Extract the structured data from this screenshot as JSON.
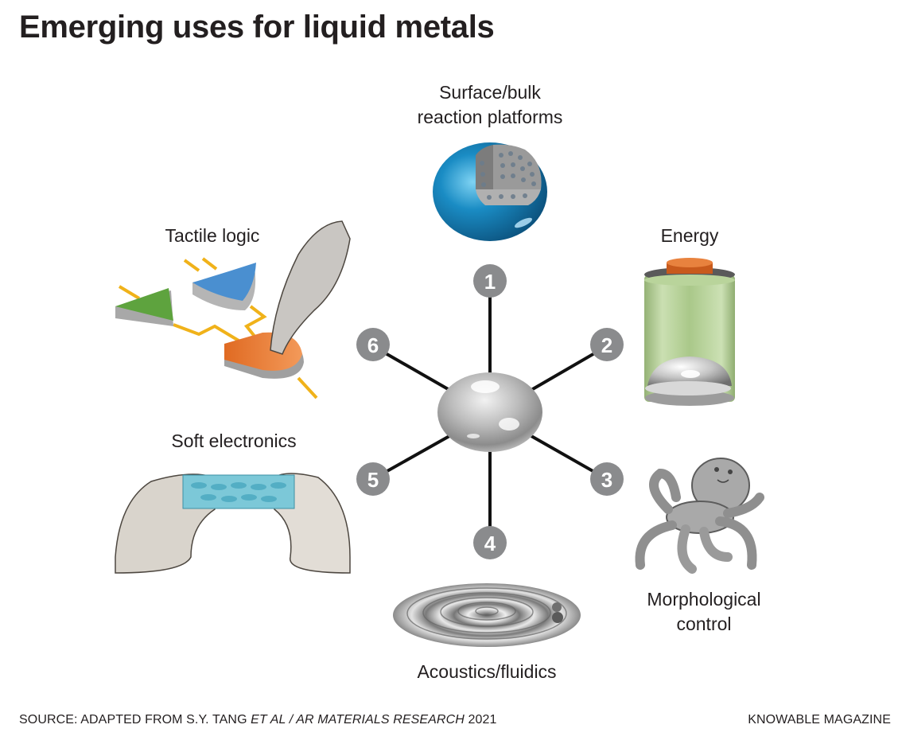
{
  "title": "Emerging uses for liquid metals",
  "center": {
    "name": "liquid metal droplet",
    "color": "#b5b5b5"
  },
  "badge_color": "#8a8b8d",
  "connector_color": "#111111",
  "uses": [
    {
      "number": "1",
      "label_line1": "Surface/bulk",
      "label_line2": "reaction platforms",
      "icon": "porous-sphere-icon"
    },
    {
      "number": "2",
      "label_line1": "Energy",
      "label_line2": "",
      "icon": "battery-icon"
    },
    {
      "number": "3",
      "label_line1": "Morphological",
      "label_line2": "control",
      "icon": "octopus-icon"
    },
    {
      "number": "4",
      "label_line1": "Acoustics/fluidics",
      "label_line2": "",
      "icon": "ripple-disc-icon"
    },
    {
      "number": "5",
      "label_line1": "Soft electronics",
      "label_line2": "",
      "icon": "stretchable-circuit-icon"
    },
    {
      "number": "6",
      "label_line1": "Tactile logic",
      "label_line2": "",
      "icon": "logic-gates-icon"
    }
  ],
  "footer": {
    "source_prefix": "SOURCE: ADAPTED FROM S.Y. TANG ",
    "source_italic": "ET AL / AR MATERIALS RESEARCH",
    "source_suffix": " 2021",
    "credit": "KNOWABLE MAGAZINE"
  }
}
